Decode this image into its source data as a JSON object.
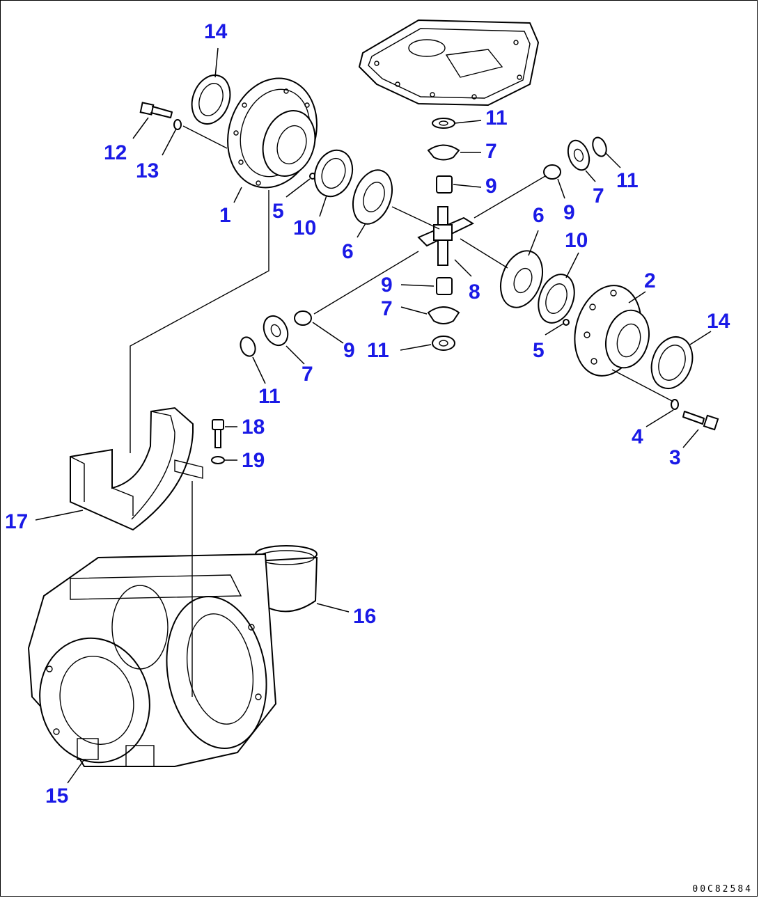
{
  "drawing_code": "00C82584",
  "callouts": [
    {
      "id": "c1",
      "text": "1"
    },
    {
      "id": "c2",
      "text": "2"
    },
    {
      "id": "c3",
      "text": "3"
    },
    {
      "id": "c4",
      "text": "4"
    },
    {
      "id": "c5a",
      "text": "5"
    },
    {
      "id": "c5b",
      "text": "5"
    },
    {
      "id": "c6a",
      "text": "6"
    },
    {
      "id": "c6b",
      "text": "6"
    },
    {
      "id": "c7a",
      "text": "7"
    },
    {
      "id": "c7b",
      "text": "7"
    },
    {
      "id": "c7c",
      "text": "7"
    },
    {
      "id": "c7d",
      "text": "7"
    },
    {
      "id": "c8",
      "text": "8"
    },
    {
      "id": "c9a",
      "text": "9"
    },
    {
      "id": "c9b",
      "text": "9"
    },
    {
      "id": "c9c",
      "text": "9"
    },
    {
      "id": "c9d",
      "text": "9"
    },
    {
      "id": "c10a",
      "text": "10"
    },
    {
      "id": "c10b",
      "text": "10"
    },
    {
      "id": "c11a",
      "text": "11"
    },
    {
      "id": "c11b",
      "text": "11"
    },
    {
      "id": "c11c",
      "text": "11"
    },
    {
      "id": "c11d",
      "text": "11"
    },
    {
      "id": "c12",
      "text": "12"
    },
    {
      "id": "c13",
      "text": "13"
    },
    {
      "id": "c14a",
      "text": "14"
    },
    {
      "id": "c14b",
      "text": "14"
    },
    {
      "id": "c15",
      "text": "15"
    },
    {
      "id": "c16",
      "text": "16"
    },
    {
      "id": "c17",
      "text": "17"
    },
    {
      "id": "c18",
      "text": "18"
    },
    {
      "id": "c19",
      "text": "19"
    }
  ],
  "colors": {
    "callout": "#1a1ae6",
    "line": "#000000",
    "background": "#ffffff"
  }
}
